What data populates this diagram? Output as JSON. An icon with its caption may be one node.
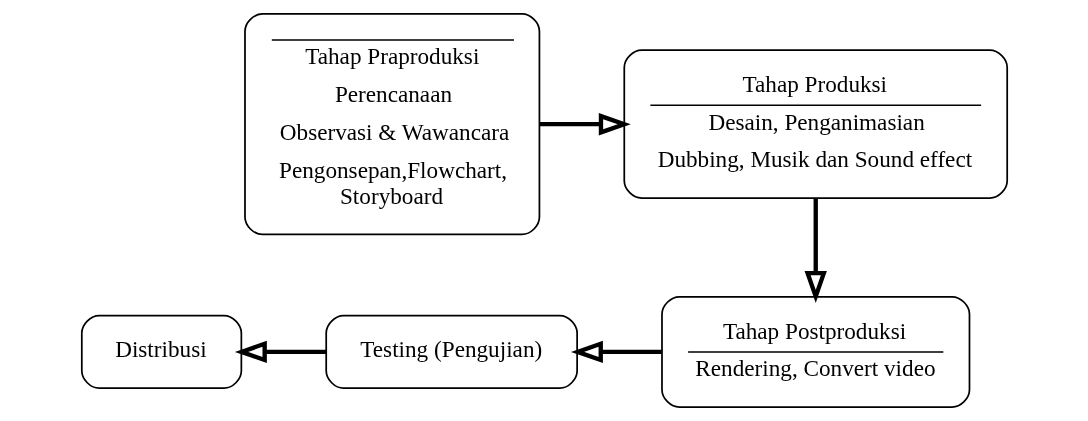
{
  "diagram": {
    "nodes": [
      {
        "text": [
          "Tahap Praproduksi",
          "Perencanaan",
          "Observasi & Wawancara",
          "Pengonsepan,Flowchart, Storyboard"
        ]
      },
      {
        "text": [
          "Tahap Produksi",
          "Desain, Penganimasian",
          "Dubbing, Musik dan Sound effect"
        ]
      },
      {
        "text": [
          "Tahap Postproduksi",
          "Rendering, Convert video"
        ]
      },
      {
        "text": [
          "Testing (Pengujian)"
        ]
      },
      {
        "text": [
          "Distribusi"
        ]
      }
    ],
    "edges": [
      {
        "from": 0,
        "to": 1,
        "arrow": "to"
      },
      {
        "from": 1,
        "to": 2,
        "arrow": "to"
      },
      {
        "from": 2,
        "to": 3,
        "arrow": "to"
      },
      {
        "from": 3,
        "to": 4,
        "arrow": "to"
      }
    ]
  }
}
